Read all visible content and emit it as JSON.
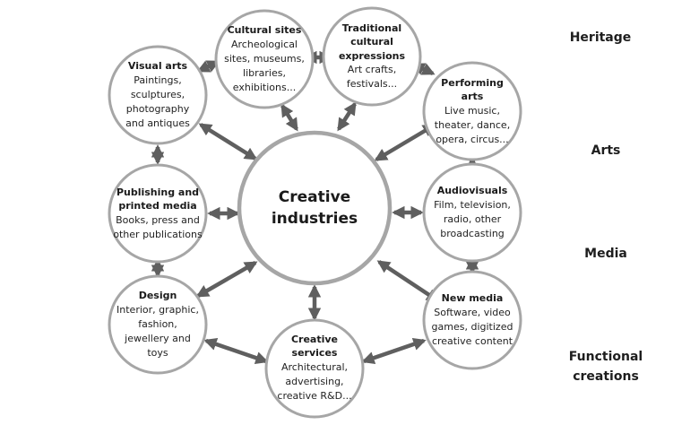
{
  "diagram": {
    "center": {
      "label": "Creative industries"
    },
    "nodes": [
      {
        "id": "cultural-sites",
        "title": "Cultural sites",
        "desc": "Archeological sites, museums, libraries, exhibitions..."
      },
      {
        "id": "traditional-cultural-expressions",
        "title": "Traditional cultural expressions",
        "desc": "Art crafts, festivals..."
      },
      {
        "id": "visual-arts",
        "title": "Visual arts",
        "desc": "Paintings, sculptures, photography and antiques"
      },
      {
        "id": "performing-arts",
        "title": "Performing arts",
        "desc": "Live music, theater, dance, opera, circus..."
      },
      {
        "id": "publishing",
        "title": "Publishing and printed media",
        "desc": "Books, press and other publications"
      },
      {
        "id": "audiovisuals",
        "title": "Audiovisuals",
        "desc": "Film, television, radio, other broadcasting"
      },
      {
        "id": "design",
        "title": "Design",
        "desc": "Interior, graphic, fashion, jewellery and toys"
      },
      {
        "id": "new-media",
        "title": "New media",
        "desc": "Software, video games, digitized creative content"
      },
      {
        "id": "creative-services",
        "title": "Creative services",
        "desc": "Architectural, advertising, creative R&D..."
      }
    ],
    "categories": [
      {
        "label": "Heritage"
      },
      {
        "label": "Arts"
      },
      {
        "label": "Media"
      },
      {
        "label": "Functional creations"
      }
    ],
    "colors": {
      "circle_stroke": "#a6a6a6",
      "arrow": "#5f5f5f",
      "text": "#1e1e1e"
    }
  }
}
